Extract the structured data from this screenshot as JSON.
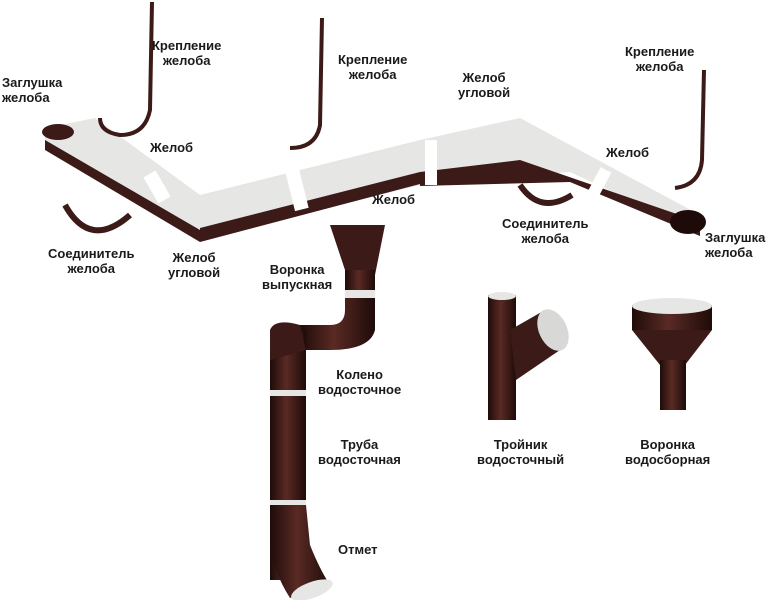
{
  "labels": {
    "hook_left": [
      "Крепление",
      "желоба"
    ],
    "hook_mid": [
      "Крепление",
      "желоба"
    ],
    "hook_right": [
      "Крепление",
      "желоба"
    ],
    "cap_left": [
      "Заглушка",
      "желоба"
    ],
    "cap_right": [
      "Заглушка",
      "желоба"
    ],
    "gutter_left": "Желоб",
    "gutter_mid": "Желоб",
    "gutter_right": "Желоб",
    "corner_top": [
      "Желоб",
      "угловой"
    ],
    "corner_bottom": [
      "Желоб",
      "угловой"
    ],
    "connector_left": [
      "Соединитель",
      "желоба"
    ],
    "connector_right": [
      "Соединитель",
      "желоба"
    ],
    "outlet_funnel": [
      "Воронка",
      "выпускная"
    ],
    "elbow": [
      "Колено",
      "водосточное"
    ],
    "pipe": [
      "Труба",
      "водосточная"
    ],
    "outlet": "Отмет",
    "tee": [
      "Тройник",
      "водосточный"
    ],
    "collector_funnel": [
      "Воронка",
      "водосборная"
    ]
  },
  "colors": {
    "brown": "#3b1a17",
    "white": "#e8e8e6"
  }
}
